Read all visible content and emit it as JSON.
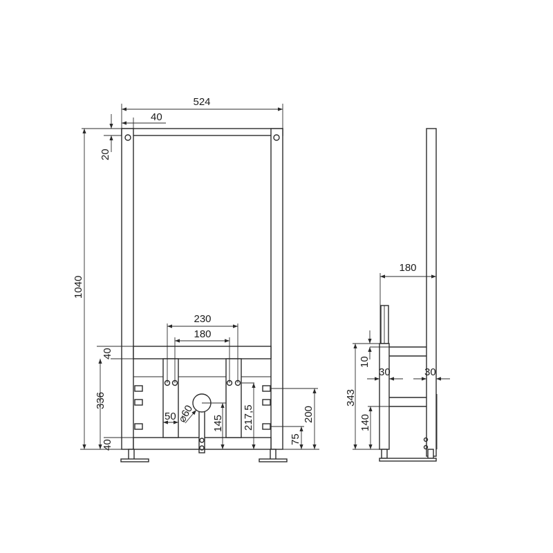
{
  "drawing": {
    "front_view": {
      "overall_width": "524",
      "post_offset": "40",
      "top_offset": "20",
      "overall_height": "1040",
      "outer_connection_spacing": "230",
      "inner_connection_spacing": "180",
      "crossbar_height_top": "40",
      "mount_height": "336",
      "crossbar_height_bottom": "40",
      "plate_width": "50",
      "drain_diameter": "⌀60",
      "drain_height": "145",
      "connection_height": "217,5",
      "bracket_height_upper": "200",
      "bracket_height_lower": "75"
    },
    "side_view": {
      "depth": "180",
      "offset_top": "10",
      "mount_height": "343",
      "lower_height": "140",
      "front_post_width": "30",
      "rear_post_width": "30"
    }
  },
  "colors": {
    "line": "#2a2a2a",
    "background": "#ffffff"
  }
}
